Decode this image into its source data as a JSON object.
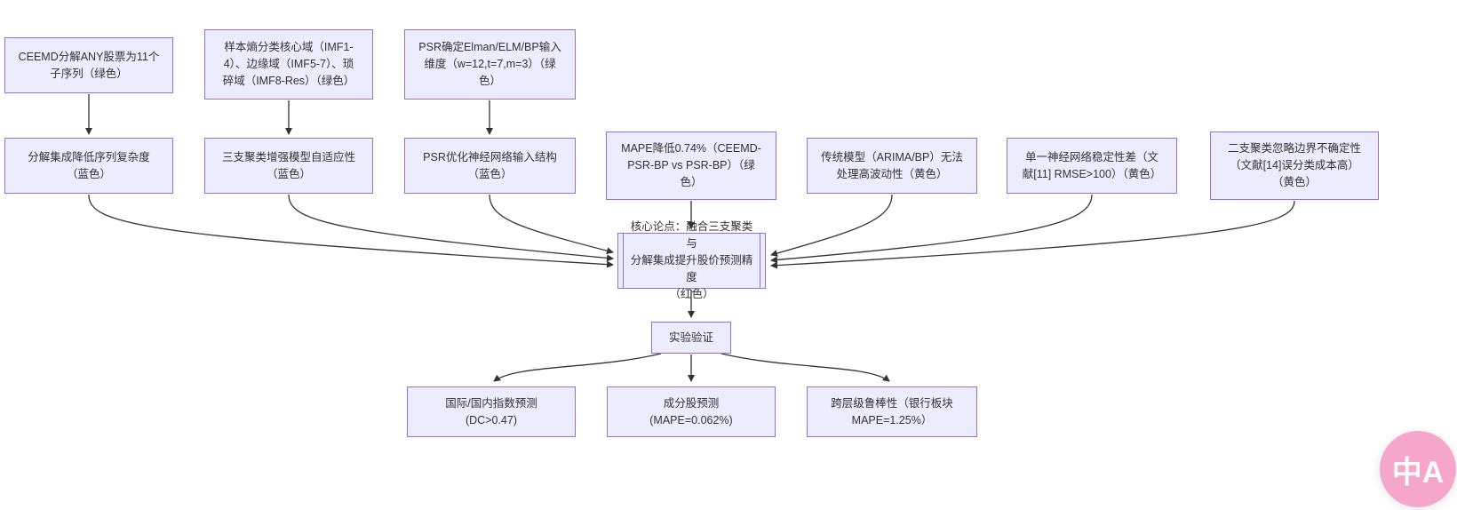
{
  "diagram": {
    "colors": {
      "node_fill": "#ECECFF",
      "node_border": "#9370DB",
      "edge": "#333333",
      "text": "#333333"
    },
    "nodes": {
      "ceemd": {
        "label": "CEEMD分解ANY股票为11个\n子序列（绿色）"
      },
      "entropy": {
        "label": "样本熵分类核心域（IMF1-\n4）、边缘域（IMF5-7）、琐\n碎域（IMF8-Res）（绿色）"
      },
      "psr_dim": {
        "label": "PSR确定Elman/ELM/BP输入\n维度（w=12,t=7,m=3）（绿\n色）"
      },
      "decomp": {
        "label": "分解集成降低序列复杂度\n（蓝色）"
      },
      "threeway": {
        "label": "三支聚类增强模型自适应性\n（蓝色）"
      },
      "psr_opt": {
        "label": "PSR优化神经网络输入结构\n（蓝色）"
      },
      "mape": {
        "label": "MAPE降低0.74%（CEEMD-\nPSR-BP vs PSR-BP）（绿\n色）"
      },
      "arima": {
        "label": "传统模型（ARIMA/BP）无法\n处理高波动性（黄色）"
      },
      "single_nn": {
        "label": "单一神经网络稳定性差（文\n献[11] RMSE>100）（黄色）"
      },
      "two_way": {
        "label": "二支聚类忽略边界不确定性\n（文献[14]误分类成本高）\n（黄色）"
      },
      "core": {
        "label": "核心论点：融合三支聚类与\n分解集成提升股价预测精度\n（红色）"
      },
      "verify": {
        "label": "实验验证"
      },
      "index_pred": {
        "label": "国际/国内指数预测\n(DC>0.47)"
      },
      "stock_pred": {
        "label": "成分股预测\n(MAPE=0.062%)"
      },
      "robust": {
        "label": "跨层级鲁棒性（银行板块\nMAPE=1.25%）"
      }
    }
  },
  "widgets": {
    "translate_badge": {
      "label": "中A",
      "color": "#f5a6c9"
    }
  }
}
